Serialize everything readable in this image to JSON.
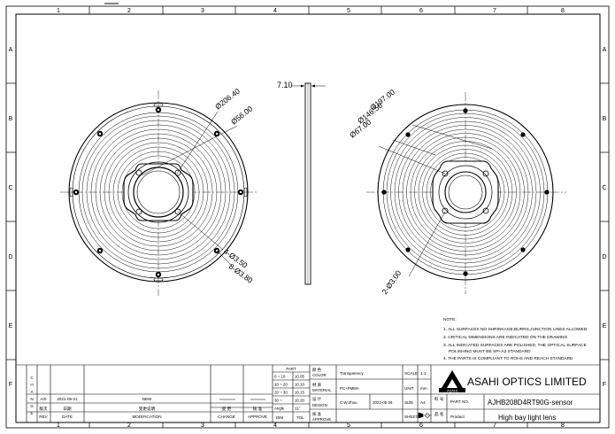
{
  "frame": {
    "columns": [
      "1",
      "2",
      "3",
      "4",
      "5",
      "6",
      "7",
      "8"
    ],
    "rows": [
      "A",
      "B",
      "C",
      "D",
      "E",
      "F"
    ]
  },
  "dimensions": {
    "thickness": "7.10",
    "front_outer_dia": "Ø206.40",
    "front_inner_dia": "Ø56.00",
    "front_hole_small": "4-Ø3.50",
    "front_hole_large": "8-Ø3.80",
    "back_dia_1": "Ø197.00",
    "back_dia_2": "Ø146.50",
    "back_dia_3": "Ø67.00",
    "back_hole": "2-Ø3.00"
  },
  "notes": {
    "title": "NOTE:",
    "lines": [
      "1. ALL SURFACES NO SHRINKAGE,BURRS,JUNCTION LINES ALLOWED",
      "2. CRITICAL DIMENSIONS ARE INDICATED ON THE DRAWING",
      "3. ALL INDICATED SURFACES ARE POLISHED, THE OPTICAL SURFACE",
      "   POLISHING MUST BE SPI-A3 STANDARD",
      "4. THE PARTS IS COMPLIANT TO ROHS AND REACH STANDARD"
    ]
  },
  "title_block": {
    "change_letters": [
      "C",
      "H",
      "A",
      "N",
      "G",
      "E"
    ],
    "rev_row": {
      "rev": "A/0",
      "date": "2021-05-21",
      "mod": "NEW"
    },
    "header_rev_cn": "版次",
    "header_rev": "REV",
    "header_date_cn": "日期",
    "header_date": "DATE",
    "header_mod_cn": "变更说明",
    "header_mod": "MODIFICATION",
    "header_change_cn": "变 更",
    "header_change": "CHANGE",
    "header_approve_cn": "核 准",
    "header_approve": "APPROVE",
    "part_label": "PART",
    "tol_rows": [
      {
        "dim": "0 ~ 10",
        "tol": "±0.05"
      },
      {
        "dim": "10 ~ 20",
        "tol": "±0.10"
      },
      {
        "dim": "20 ~ 30",
        "tol": "±0.15"
      },
      {
        "dim": "30 ~",
        "tol": "±0.20"
      },
      {
        "dim": "Angle",
        "tol": "±1°"
      }
    ],
    "dim_label": "DIM",
    "tol_label": "TOL",
    "color_cn": "颜 色",
    "color_label": "COLOR",
    "color_value": "Transparency",
    "material_cn": "材 质",
    "material_label": "MATERIAL",
    "material_value": "PC+PMMA",
    "design_cn": "设 计",
    "design_label": "DESIGN",
    "design_value": "C.W.Zhou",
    "design_date": "2021-05-26",
    "approve_cn": "核 准",
    "approve_label": "APPROVE",
    "scale_label": "SCALE",
    "scale_value": "1:1",
    "unit_label": "UNIT",
    "unit_value": "mm",
    "size_label": "SIZE",
    "size_value": "A4",
    "sheet_label": "SHEET",
    "company": "ASAHI OPTICS LIMITED",
    "logo_text": "ASAHI",
    "partno_cn": "料 号",
    "partno_label": "PART NO.",
    "partno_value": "AJHB208D4RT90G-sensor",
    "product_cn": "品 名",
    "product_label": "Product",
    "product_value": "High bay light lens"
  },
  "colors": {
    "line": "#000000",
    "paper": "#ffffff"
  }
}
